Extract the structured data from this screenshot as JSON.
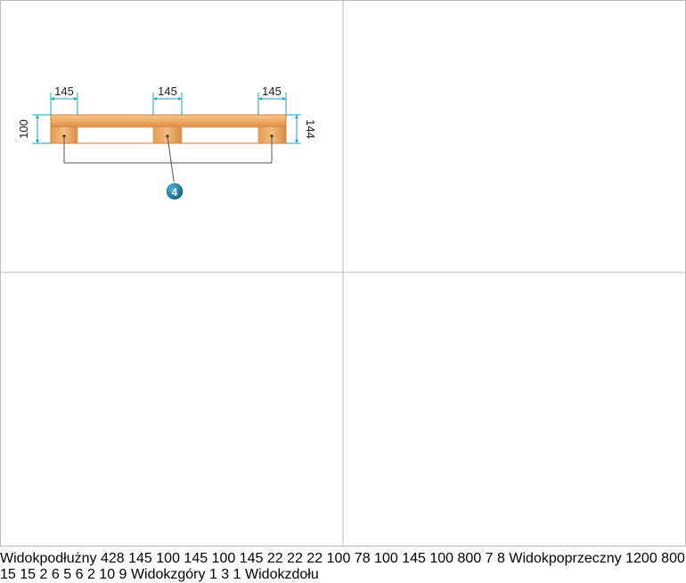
{
  "panels": {
    "longitudinal": {
      "title": "Widokpodłużny",
      "dims": {
        "w1": "145",
        "w2": "145",
        "w3": "145",
        "height": "100",
        "total_height": "144"
      },
      "callouts": [
        "4"
      ]
    },
    "cross": {
      "title": "Widokpoprzeczny",
      "dims": {
        "top_span": "428",
        "top_a": "145",
        "top_b": "100",
        "top_c": "145",
        "top_d": "100",
        "top_e": "145",
        "right_a": "22",
        "right_b": "22",
        "right_c": "22",
        "left_outer": "100",
        "left_inner": "78",
        "bottom_a": "100",
        "bottom_b": "145",
        "bottom_c": "100",
        "total": "800"
      },
      "callouts": [
        "7",
        "8"
      ]
    },
    "top": {
      "title": "Widokzgóry",
      "dims": {
        "width": "1200",
        "depth": "800",
        "chamfer_x": "15",
        "chamfer_y": "15"
      },
      "callouts": [
        "2",
        "6",
        "5",
        "6",
        "2",
        "10",
        "9"
      ]
    },
    "bottom": {
      "title": "Widokzdołu",
      "callouts": [
        "1",
        "3",
        "1"
      ]
    }
  },
  "colors": {
    "wood_light": "#f5c082",
    "wood_mid": "#e9a05e",
    "wood_dark": "#c67a3a",
    "callout": "#1f7f9e",
    "dim_line": "#1aa3c4",
    "border": "#bdbdbd"
  }
}
